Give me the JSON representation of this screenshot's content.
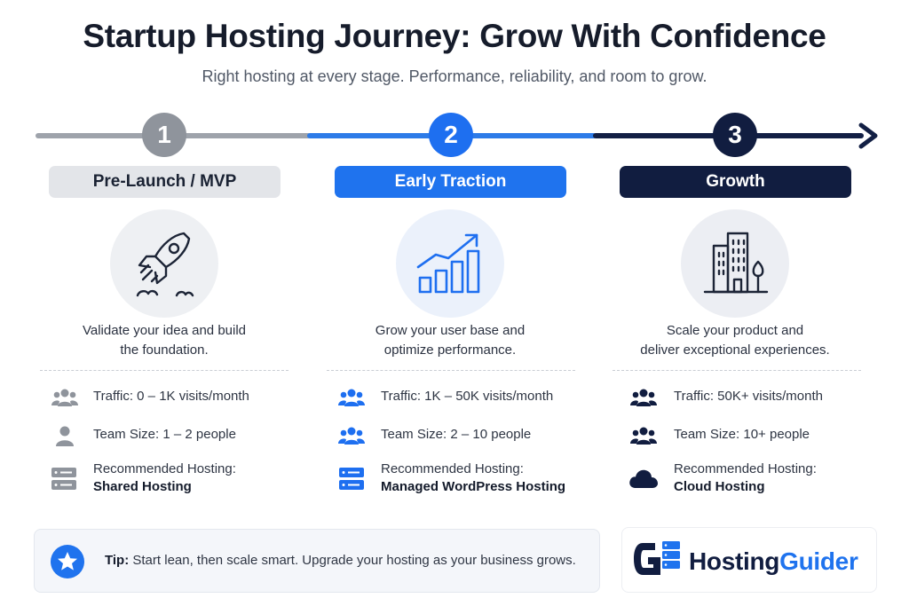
{
  "title": "Startup Hosting Journey: Grow With Confidence",
  "subtitle": "Right hosting at every stage. Performance, reliability, and room to grow.",
  "stages": [
    {
      "number": "1",
      "name": "Pre-Launch / MVP",
      "desc_line1": "Validate your idea and build",
      "desc_line2": "the foundation.",
      "traffic": "Traffic: 0 – 1K visits/month",
      "team": "Team Size: 1 – 2 people",
      "hosting_label": "Recommended Hosting:",
      "hosting_value": "Shared Hosting",
      "icon": "rocket-icon"
    },
    {
      "number": "2",
      "name": "Early Traction",
      "desc_line1": "Grow your user base and",
      "desc_line2": "optimize performance.",
      "traffic": "Traffic: 1K – 50K visits/month",
      "team": "Team Size: 2 – 10 people",
      "hosting_label": "Recommended Hosting:",
      "hosting_value": "Managed WordPress Hosting",
      "icon": "growth-chart-icon"
    },
    {
      "number": "3",
      "name": "Growth",
      "desc_line1": "Scale your product and",
      "desc_line2": "deliver exceptional experiences.",
      "traffic": "Traffic: 50K+ visits/month",
      "team": "Team Size: 10+ people",
      "hosting_label": "Recommended Hosting:",
      "hosting_value": "Cloud Hosting",
      "icon": "city-building-icon"
    }
  ],
  "tip": {
    "label": "Tip:",
    "text": " Start lean, then scale smart. Upgrade your hosting as your business grows."
  },
  "logo": {
    "part1": "Hosting",
    "part2": "Guider"
  },
  "colors": {
    "stage1": "#8f949c",
    "stage2": "#1f73ee",
    "stage3": "#111d40"
  }
}
